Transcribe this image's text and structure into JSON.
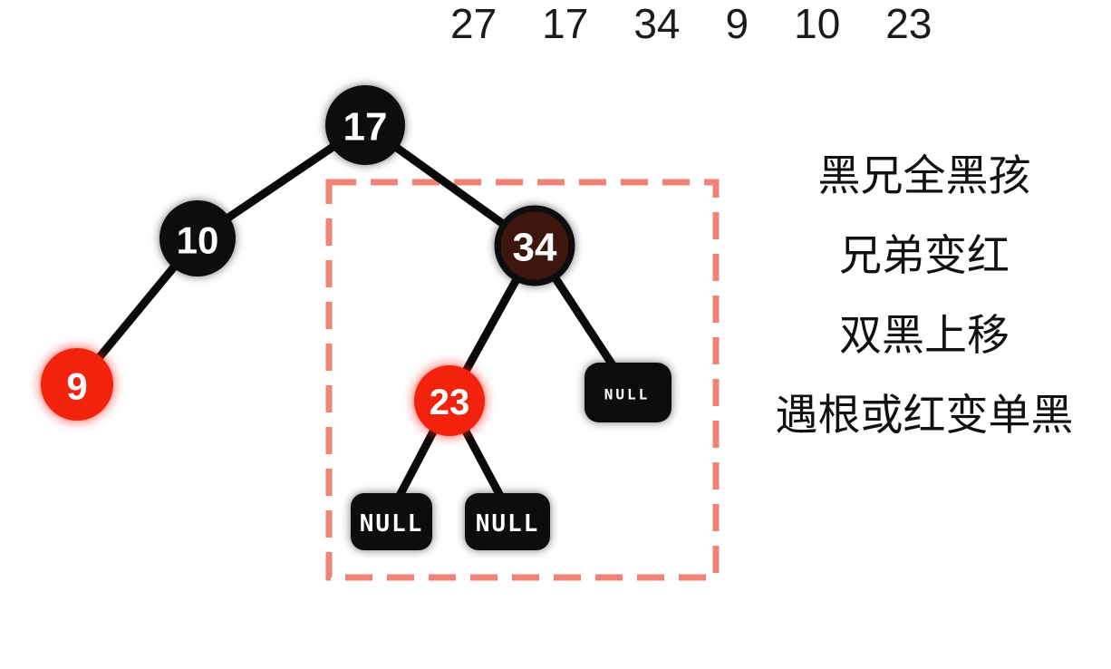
{
  "insert_sequence": {
    "items": [
      "27",
      "17",
      "34",
      "9",
      "10",
      "23"
    ]
  },
  "tree": {
    "nodes": [
      {
        "label": "17",
        "role": "root",
        "color": "black"
      },
      {
        "label": "10",
        "role": "left-child",
        "color": "black"
      },
      {
        "label": "9",
        "role": "left-left-child",
        "color": "red"
      },
      {
        "label": "34",
        "role": "right-child",
        "color": "double-black"
      },
      {
        "label": "23",
        "role": "right-left-child",
        "color": "red"
      }
    ],
    "null_label": "NULL"
  },
  "annotation": {
    "lines": [
      "黑兄全黑孩",
      "兄弟变红",
      "双黑上移",
      "遇根或红变单黑"
    ]
  },
  "colors": {
    "black_node": "#0b0b0b",
    "red_node": "#f3230e",
    "double_black_node": "#3d1310",
    "double_black_ring": "#0d0d0d",
    "edge": "#0a0a0a",
    "dashed_box": "#f08276",
    "node_text": "#ffffff",
    "sequence_text": "#1b1b1b",
    "annotation_text": "#111111"
  }
}
